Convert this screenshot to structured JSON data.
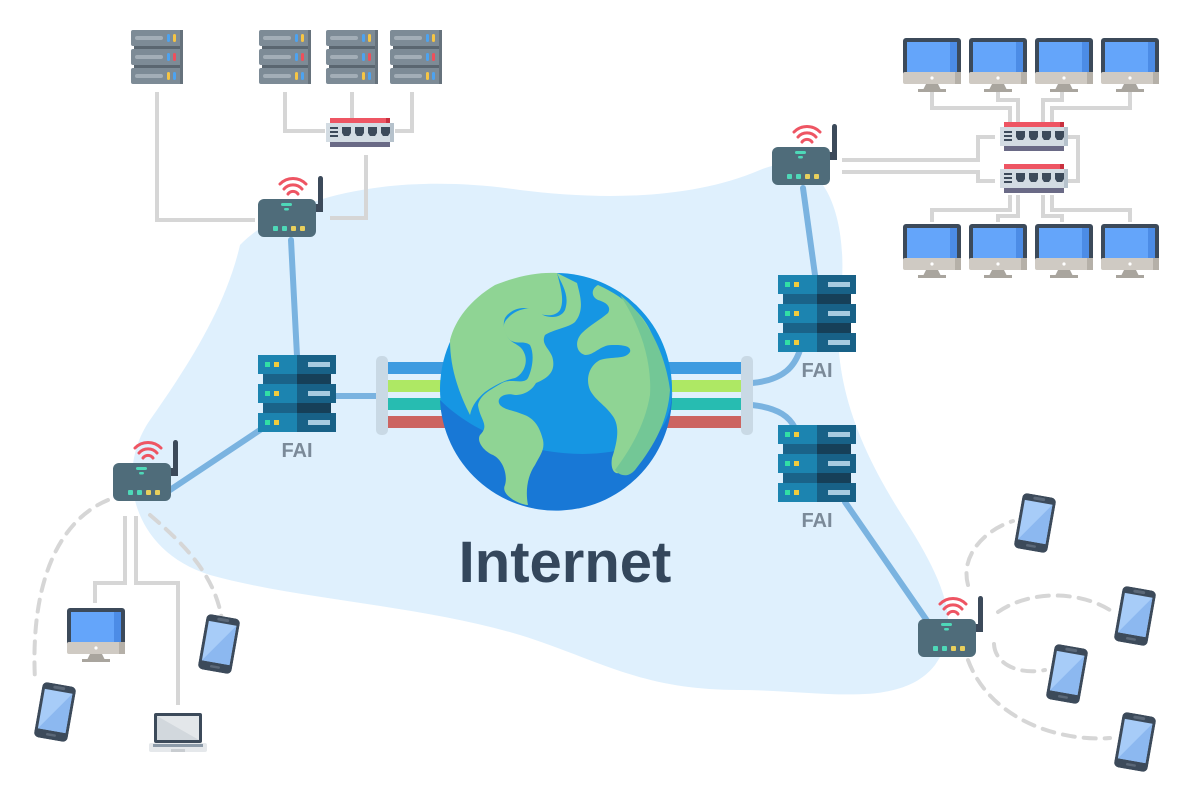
{
  "diagram": {
    "title": "Internet",
    "isp_label": "FAI",
    "colors": {
      "cloud": "#dff0fd",
      "isp_link": "#7ab3e0",
      "wire": "#d6d6d6",
      "label_dark": "#34475c",
      "label_muted": "#7b8a99",
      "backbone": [
        "#3e9be0",
        "#aee864",
        "#27bcb1",
        "#cc6461"
      ]
    },
    "nodes": {
      "globe": {
        "label": "Internet"
      },
      "isps": [
        {
          "id": "isp-left",
          "label": "FAI"
        },
        {
          "id": "isp-right-top",
          "label": "FAI"
        },
        {
          "id": "isp-right-bottom",
          "label": "FAI"
        }
      ],
      "routers": [
        {
          "id": "router-top-left",
          "icon": "wifi-router-icon"
        },
        {
          "id": "router-left",
          "icon": "wifi-router-icon"
        },
        {
          "id": "router-top-right",
          "icon": "wifi-router-icon"
        },
        {
          "id": "router-bottom-right",
          "icon": "wifi-router-icon"
        }
      ],
      "server_racks": 4,
      "switches": 3,
      "desktops": 9,
      "laptops": 1,
      "phones": 6
    }
  }
}
